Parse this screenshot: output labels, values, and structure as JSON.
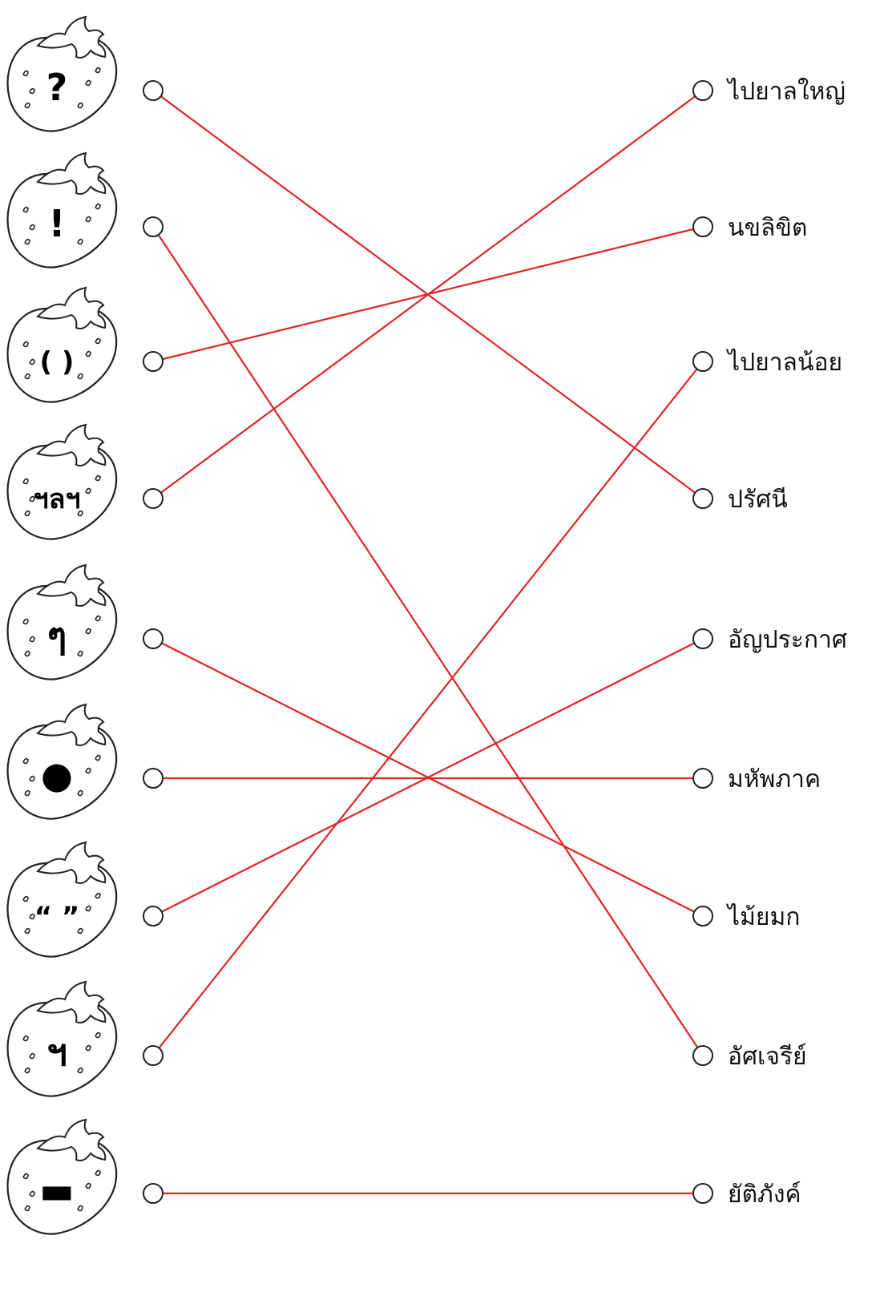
{
  "worksheet": {
    "left_items": [
      {
        "icon": "strawberry-icon",
        "mark": "?"
      },
      {
        "icon": "strawberry-icon",
        "mark": "!"
      },
      {
        "icon": "strawberry-icon",
        "mark": "( )"
      },
      {
        "icon": "strawberry-icon",
        "mark": "ฯลฯ"
      },
      {
        "icon": "strawberry-icon",
        "mark": "ๆ"
      },
      {
        "icon": "strawberry-icon",
        "mark": "●"
      },
      {
        "icon": "strawberry-icon",
        "mark": "“ ”"
      },
      {
        "icon": "strawberry-icon",
        "mark": "ฯ"
      },
      {
        "icon": "strawberry-icon",
        "mark": "▬"
      }
    ],
    "right_items": [
      {
        "label": "ไปยาลใหญ่"
      },
      {
        "label": "นขลิขิต"
      },
      {
        "label": "ไปยาลน้อย"
      },
      {
        "label": "ปรัศนี"
      },
      {
        "label": "อัญประกาศ"
      },
      {
        "label": "มหัพภาค"
      },
      {
        "label": "ไม้ยมก"
      },
      {
        "label": "อัศเจรีย์"
      },
      {
        "label": "ยัติภังค์"
      }
    ],
    "connections": [
      {
        "from": 0,
        "to": 3
      },
      {
        "from": 1,
        "to": 7
      },
      {
        "from": 2,
        "to": 1
      },
      {
        "from": 3,
        "to": 0
      },
      {
        "from": 4,
        "to": 6
      },
      {
        "from": 5,
        "to": 5
      },
      {
        "from": 6,
        "to": 4
      },
      {
        "from": 7,
        "to": 2
      },
      {
        "from": 8,
        "to": 8
      }
    ],
    "colors": {
      "line": "#e02424",
      "outline": "#222222"
    }
  }
}
